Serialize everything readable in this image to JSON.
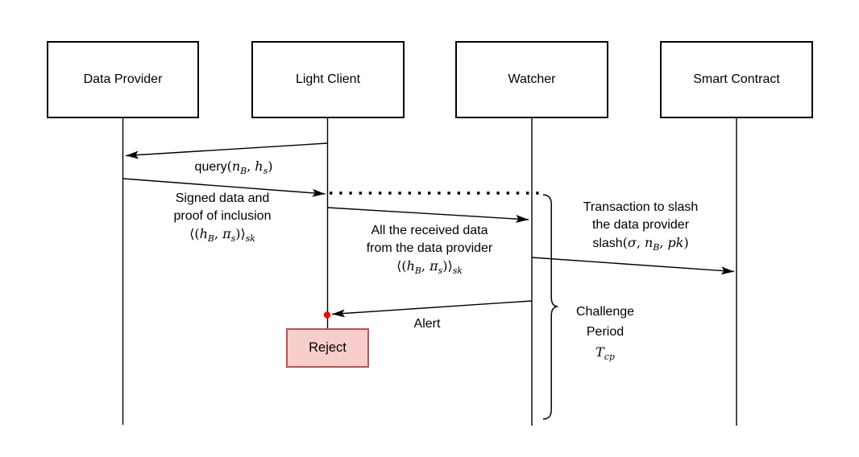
{
  "actors": [
    {
      "id": "data-provider",
      "label": "Data Provider"
    },
    {
      "id": "light-client",
      "label": "Light Client"
    },
    {
      "id": "watcher",
      "label": "Watcher"
    },
    {
      "id": "smart-contract",
      "label": "Smart Contract"
    }
  ],
  "messages": {
    "query": {
      "fn": "query",
      "open": "(",
      "var1": "n",
      "sub1": "B",
      "sep": ", ",
      "var2": "h",
      "sub2": "s",
      "close": ")"
    },
    "signed_data": {
      "line1": "Signed data and",
      "line2": "proof of inclusion"
    },
    "signed_payload": {
      "open": "⟨(",
      "var1": "h",
      "sub1": "B",
      "sep": ", ",
      "var2": "π",
      "sub2": "s",
      "close": ")⟩",
      "sub_outer": "sk"
    },
    "all_data": {
      "line1": "All the received data",
      "line2": "from the data provider"
    },
    "slash": {
      "line1": "Transaction to slash",
      "line2": "the data provider",
      "fn": "slash",
      "open": "(",
      "var1": "σ",
      "sep1": ", ",
      "var2": "n",
      "sub2": "B",
      "sep2": ", ",
      "var3": "pk",
      "close": ")"
    },
    "alert": {
      "label": "Alert"
    }
  },
  "reject": {
    "label": "Reject"
  },
  "challenge": {
    "line1": "Challenge",
    "line2": "Period",
    "sym": "T",
    "sym_sub": "cp"
  },
  "colors": {
    "stroke": "#000000",
    "reject_fill": "#f8cecc",
    "reject_border": "#b85450",
    "alert_dot": "#ff0000",
    "background": "#ffffff"
  }
}
